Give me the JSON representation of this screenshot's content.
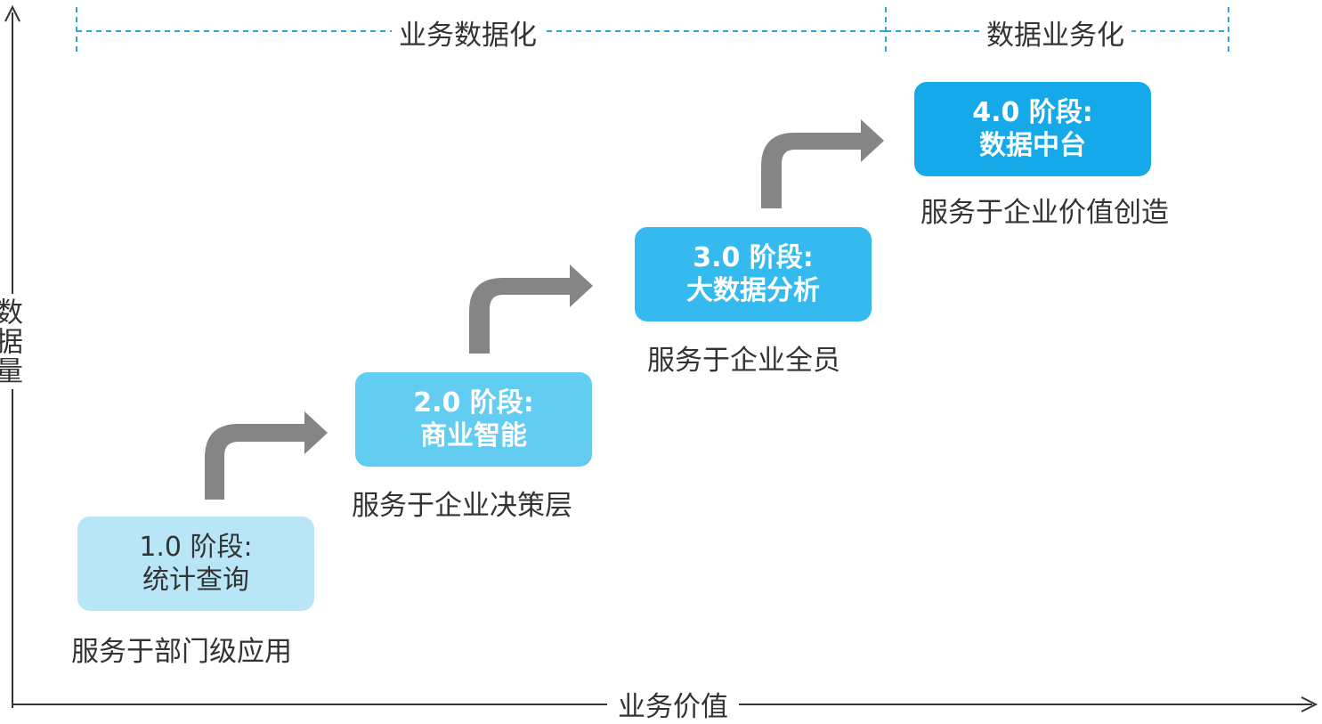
{
  "axes": {
    "x_label": "业务价值",
    "y_label": "数据量"
  },
  "phases": [
    {
      "label": "业务数据化"
    },
    {
      "label": "数据业务化"
    }
  ],
  "stages": [
    {
      "line1": "1.0 阶段:",
      "line2": "统计查询",
      "description": "服务于部门级应用",
      "color": "#b8e6f7"
    },
    {
      "line1": "2.0 阶段:",
      "line2": "商业智能",
      "description": "服务于企业决策层",
      "color": "#62ccf1"
    },
    {
      "line1": "3.0 阶段:",
      "line2": "大数据分析",
      "description": "服务于企业全员",
      "color": "#34baef"
    },
    {
      "line1": "4.0 阶段:",
      "line2": "数据中台",
      "description": "服务于企业价值创造",
      "color": "#16a9e9"
    }
  ],
  "colors": {
    "arrow": "#858585",
    "axis": "#333333",
    "phase_line": "#2aa6dc"
  }
}
